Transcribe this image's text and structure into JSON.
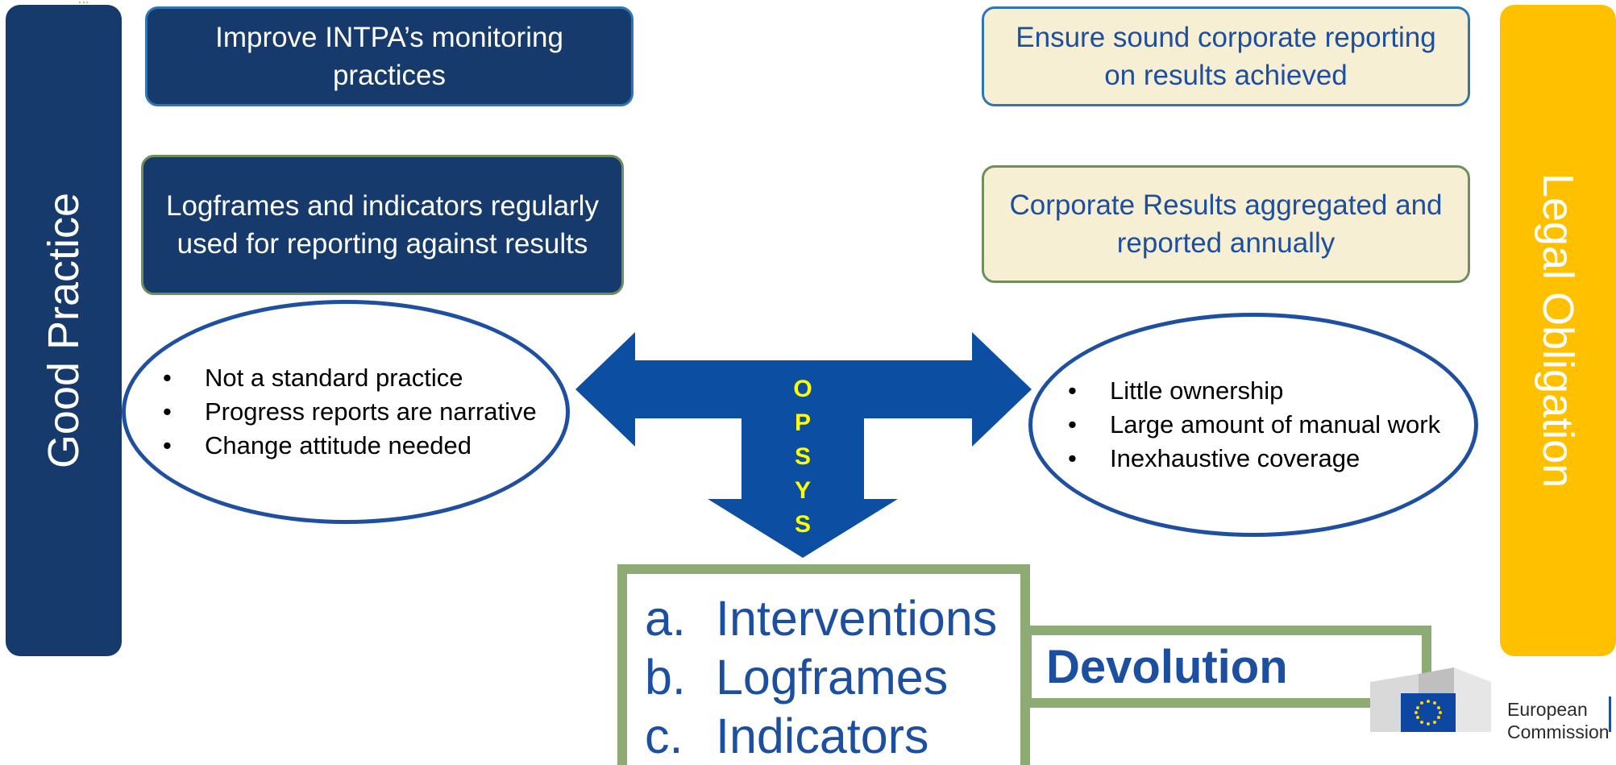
{
  "left_bar": {
    "label": "Good Practice",
    "color": "#163A6B"
  },
  "right_bar": {
    "label": "Legal Obligation",
    "color": "#FFC000"
  },
  "boxes": {
    "improve": "Improve INTPA’s monitoring practices",
    "logframes": "Logframes and indicators regularly used for reporting against results",
    "ensure": "Ensure sound corporate reporting on results achieved",
    "corporate": "Corporate Results aggregated and reported annually"
  },
  "left_ellipse": {
    "bullets": [
      "Not a standard practice",
      "Progress reports are narrative",
      "Change attitude needed"
    ]
  },
  "right_ellipse": {
    "bullets": [
      "Little ownership",
      "Large amount of manual work",
      "Inexhaustive coverage"
    ]
  },
  "arrow": {
    "letters": [
      "O",
      "P",
      "S",
      "Y",
      "S"
    ],
    "color": "#0B4EA2",
    "letter_color": "#FFFF00"
  },
  "list": {
    "items": [
      {
        "letter": "a.",
        "text": "Interventions"
      },
      {
        "letter": "b.",
        "text": "Logframes"
      },
      {
        "letter": "c.",
        "text": "Indicators"
      }
    ]
  },
  "devolution": "Devolution",
  "logo": {
    "line1": "European",
    "line2": "Commission"
  }
}
